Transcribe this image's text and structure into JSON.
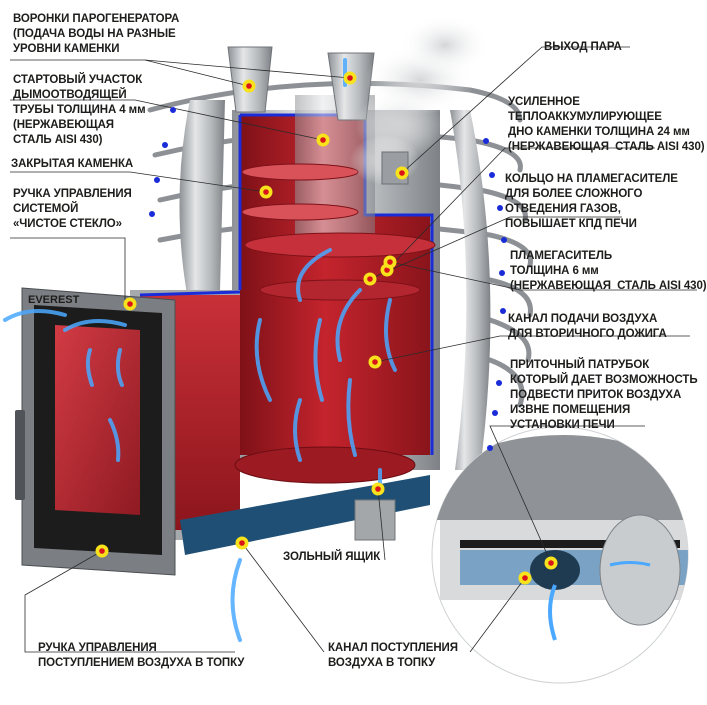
{
  "brand": "EVEREST",
  "colors": {
    "firebox_red": "#b3202a",
    "outline_blue": "#1a2bd8",
    "steel": "#b9bcbf",
    "flow_blue": "#4aa8ff",
    "marker_yellow": "#f7e21b",
    "marker_red": "#d9141b"
  },
  "labels": {
    "steam_funnels": [
      "ВОРОНКИ ПАРОГЕНЕРАТОРА",
      "(ПОДАЧА ВОДЫ НА РАЗНЫЕ",
      "УРОВНИ КАМЕНКИ"
    ],
    "chimney_start": [
      "СТАРТОВЫЙ УЧАСТОК",
      "ДЫМООТВОДЯЩЕЙ",
      "ТРУБЫ ТОЛЩИНА 4 мм",
      "(НЕРЖАВЕЮЩАЯ",
      "СТАЛЬ AISI 430)"
    ],
    "closed_heater": [
      "ЗАКРЫТАЯ КАМЕНКА"
    ],
    "clean_glass": [
      "РУЧКА УПРАВЛЕНИЯ",
      "СИСТЕМОЙ",
      "«ЧИСТОЕ СТЕКЛО»"
    ],
    "steam_outlet": [
      "ВЫХОД ПАРА"
    ],
    "reinforced_bottom": [
      "УСИЛЕННОЕ",
      "ТЕПЛОАККУМУЛИРУЮЩЕЕ",
      "ДНО КАМЕНКИ ТОЛЩИНА 24 мм",
      "(НЕРЖАВЕЮЩАЯ  СТАЛЬ AISI 430)"
    ],
    "flame_ring": [
      "КОЛЬЦО НА ПЛАМЕГАСИТЕЛЕ",
      "ДЛЯ БОЛЕЕ СЛОЖНОГО",
      "ОТВЕДЕНИЯ ГАЗОВ,",
      "ПОВЫШАЕТ КПД ПЕЧИ"
    ],
    "flame_arrester": [
      "ПЛАМЕГАСИТЕЛЬ",
      "ТОЛЩИНА 6 мм",
      "(НЕРЖАВЕЮЩАЯ  СТАЛЬ AISI 430)"
    ],
    "secondary_air": [
      "КАНАЛ ПОДАЧИ ВОЗДУХА",
      "ДЛЯ ВТОРИЧНОГО ДОЖИГА"
    ],
    "inlet_pipe": [
      "ПРИТОЧНЫЙ ПАТРУБОК",
      "КОТОРЫЙ ДАЕТ ВОЗМОЖНОСТЬ",
      "ПОДВЕСТИ ПРИТОК ВОЗДУХА",
      "ИЗВНЕ ПОМЕЩЕНИЯ",
      "УСТАНОВКИ ПЕЧИ"
    ],
    "ash_box": [
      "ЗОЛЬНЫЙ ЯЩИК"
    ],
    "air_handle": [
      "РУЧКА УПРАВЛЕНИЯ",
      "ПОСТУПЛЕНИЕМ ВОЗДУХА В ТОПКУ"
    ],
    "air_channel": [
      "КАНАЛ ПОСТУПЛЕНИЯ",
      "ВОЗДУХА В ТОПКУ"
    ]
  }
}
